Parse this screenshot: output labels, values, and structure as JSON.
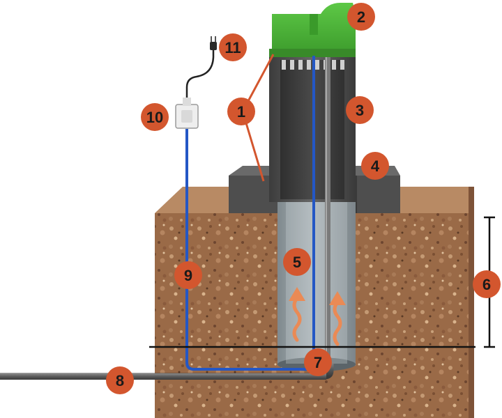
{
  "colors": {
    "badge": "#d3562e",
    "soil": "#9b6a48",
    "cap": "#4fb63a",
    "pipe_gray": "#5b5b5b",
    "casing": "#9aa3a8",
    "cable": "#2457c5",
    "arrow": "#ea8a55"
  },
  "labels": {
    "b1": "1",
    "b2": "2",
    "b3": "3",
    "b4": "4",
    "b5": "5",
    "b6": "6",
    "b7": "7",
    "b8": "8",
    "b9": "9",
    "b10": "10",
    "b11": "11"
  }
}
